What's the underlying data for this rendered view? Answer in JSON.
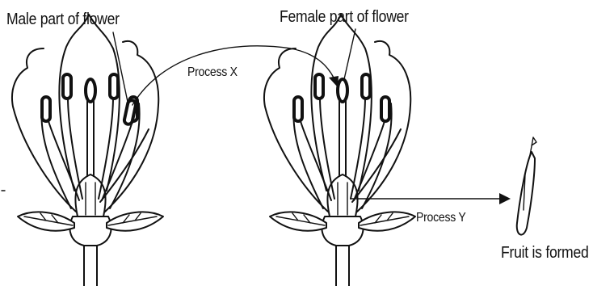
{
  "labels": {
    "male_part": "Male part of flower",
    "female_part": "Female part of flower",
    "process_x": "Process X",
    "process_y": "Process Y",
    "fruit": "Fruit is formed"
  },
  "colors": {
    "line": "#111111",
    "background": "#ffffff"
  }
}
